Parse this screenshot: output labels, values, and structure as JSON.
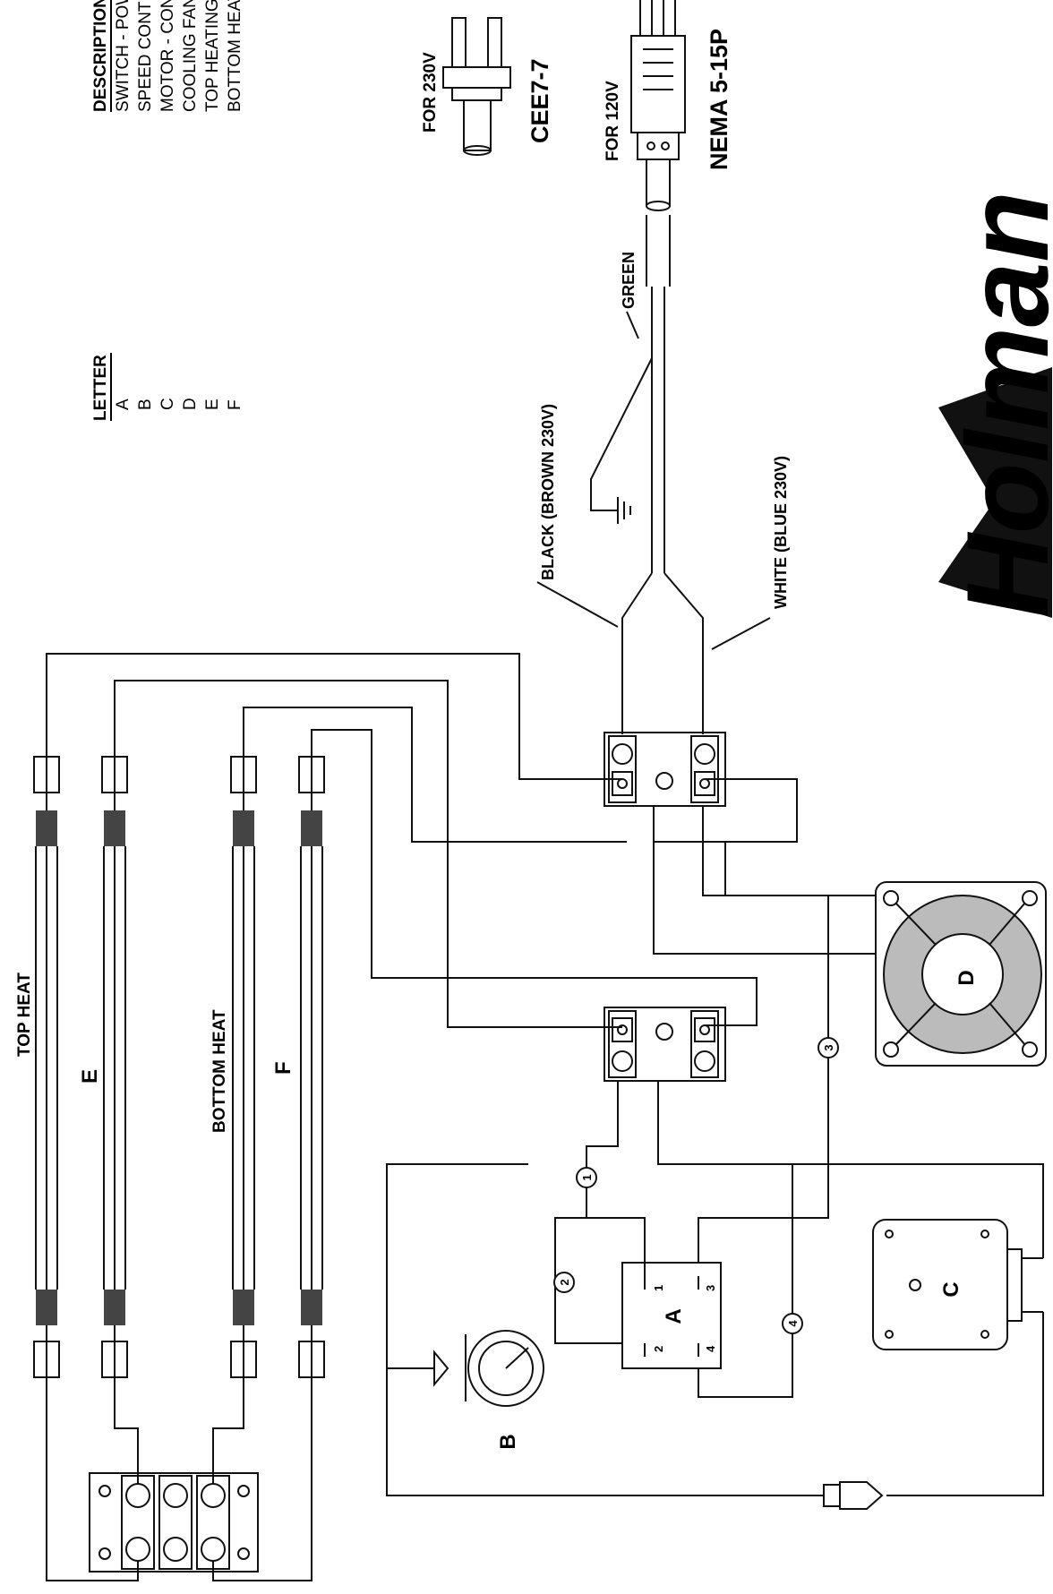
{
  "legend": {
    "header_letter": "LETTER",
    "header_description": "DESCRIPTION",
    "rows": [
      {
        "letter": "A",
        "description": "SWITCH - POWER SAVER"
      },
      {
        "letter": "B",
        "description": "SPEED CONTROL"
      },
      {
        "letter": "C",
        "description": "MOTOR - CONVYEOR"
      },
      {
        "letter": "D",
        "description": "COOLING FAN"
      },
      {
        "letter": "E",
        "description": "TOP HEATING ELEMENTS"
      },
      {
        "letter": "F",
        "description": "BOTTOM HEATING ELEMENTS"
      }
    ]
  },
  "plugs": {
    "for_230v": "FOR 230V",
    "cee_label": "CEE7-7",
    "for_120v": "FOR 120V",
    "nema_label": "NEMA 5-15P"
  },
  "wires": {
    "green": "GREEN",
    "black": "BLACK (BROWN 230V)",
    "white": "WHITE (BLUE 230V)"
  },
  "sections": {
    "top_heat": "TOP HEAT",
    "top_letter": "E",
    "bottom_heat": "BOTTOM HEAT",
    "bottom_letter": "F"
  },
  "components": {
    "fan_letter": "D",
    "motor_letter": "C",
    "speed_letter": "B",
    "switch_letter": "A",
    "switch_pins": [
      "1",
      "2",
      "3",
      "4"
    ],
    "wire_numbers": [
      "1",
      "2",
      "3",
      "4"
    ]
  },
  "brand": "Holman"
}
